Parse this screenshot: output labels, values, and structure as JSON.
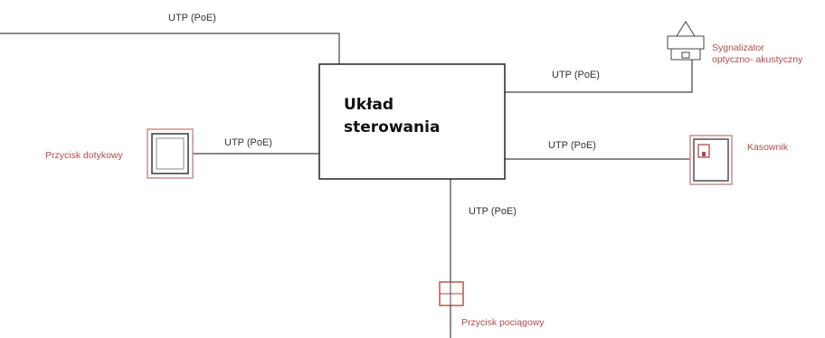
{
  "controller": {
    "title_line1": "Układ",
    "title_line2": "sterowania"
  },
  "connections": {
    "uplink_label": "UTP (PoE)",
    "signal_label": "UTP (PoE)",
    "touch_label": "UTP (PoE)",
    "cashier_label": "UTP (PoE)",
    "pull_label": "UTP (PoE)"
  },
  "devices": {
    "signalizer_line1": "Sygnalizator",
    "signalizer_line2": "optyczno- akustyczny",
    "touch_button": "Przycisk dotykowy",
    "cashier": "Kasownik",
    "pull_button": "Przycisk pociągowy"
  },
  "colors": {
    "line": "#444444",
    "device": "#b04a4a",
    "controller_border": "#222222"
  }
}
